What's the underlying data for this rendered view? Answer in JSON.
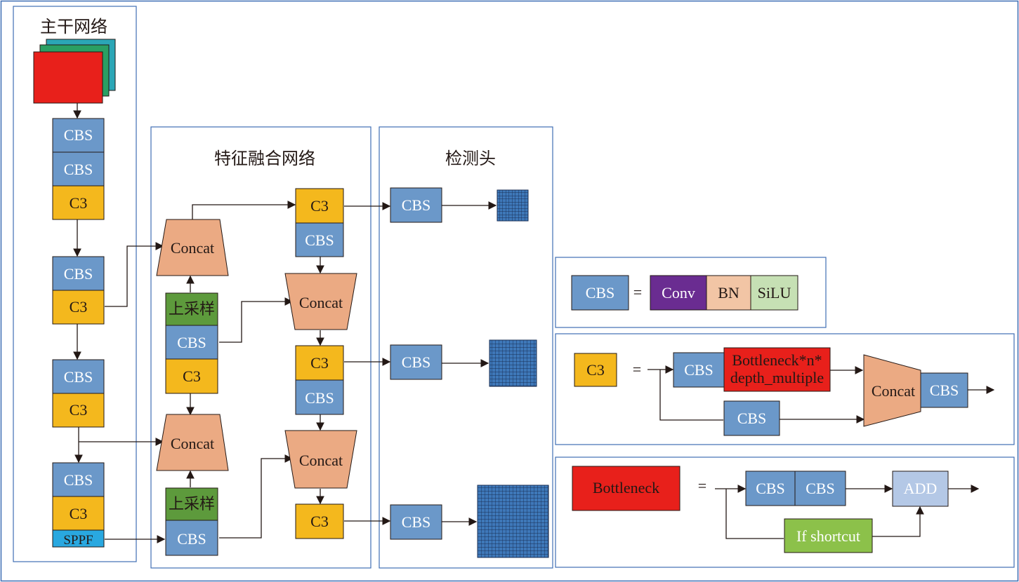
{
  "colors": {
    "frame": "#3f6fb5",
    "cbs": "#6b98c9",
    "c3": "#f4b81d",
    "concat": "#ebaa83",
    "upsample": "#5d9a3c",
    "sppf": "#29a8e0",
    "input_front": "#e8201b",
    "input_mid": "#2a9f63",
    "input_back": "#2ba6b6",
    "conv": "#6a2c91",
    "bn": "#f2c5a5",
    "silu": "#c6e0b4",
    "bottleneck": "#e8201b",
    "shortcut": "#8cc14a",
    "add": "#b4c8e6",
    "arrow": "#231815",
    "grid_fill": "#3e78b9",
    "grid_line": "#1a2f55"
  },
  "sections": {
    "backbone_title": "主干网络",
    "neck_title": "特征融合网络",
    "head_title": "检测头"
  },
  "labels": {
    "cbs": "CBS",
    "c3": "C3",
    "concat": "Concat",
    "upsample": "上采样",
    "sppf": "SPPF"
  },
  "legend": {
    "equals": "=",
    "cbs_def": {
      "lhs": "CBS",
      "parts": [
        "Conv",
        "BN",
        "SiLU"
      ]
    },
    "c3_def": {
      "lhs": "C3",
      "cbs": "CBS",
      "bottleneck_line1": "Bottleneck*n*",
      "bottleneck_line2": "depth_multiple",
      "concat": "Concat",
      "out_cbs": "CBS",
      "branch_cbs": "CBS"
    },
    "bottleneck_def": {
      "lhs": "Bottleneck",
      "cbs_a": "CBS",
      "cbs_b": "CBS",
      "add": "ADD",
      "shortcut": "If shortcut"
    }
  }
}
